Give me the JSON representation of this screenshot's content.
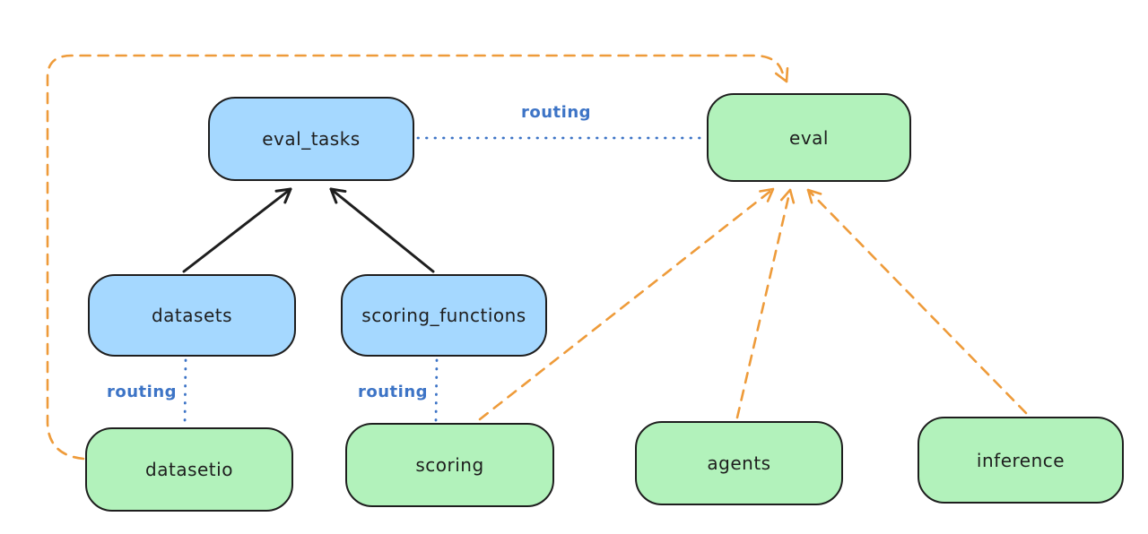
{
  "diagram": {
    "type": "architecture-diagram",
    "nodes": [
      {
        "id": "eval_tasks",
        "label": "eval_tasks",
        "color": "blue"
      },
      {
        "id": "eval",
        "label": "eval",
        "color": "green"
      },
      {
        "id": "datasets",
        "label": "datasets",
        "color": "blue"
      },
      {
        "id": "scoring_functions",
        "label": "scoring_functions",
        "color": "blue"
      },
      {
        "id": "datasetio",
        "label": "datasetio",
        "color": "green"
      },
      {
        "id": "scoring",
        "label": "scoring",
        "color": "green"
      },
      {
        "id": "agents",
        "label": "agents",
        "color": "green"
      },
      {
        "id": "inference",
        "label": "inference",
        "color": "green"
      }
    ],
    "edges": [
      {
        "from": "datasets",
        "to": "eval_tasks",
        "style": "solid",
        "color": "#1e1e1e",
        "arrow": true,
        "label": ""
      },
      {
        "from": "scoring_functions",
        "to": "eval_tasks",
        "style": "solid",
        "color": "#1e1e1e",
        "arrow": true,
        "label": ""
      },
      {
        "from": "eval_tasks",
        "to": "eval",
        "style": "dotted",
        "color": "#3d74c6",
        "arrow": false,
        "label": "routing"
      },
      {
        "from": "datasets",
        "to": "datasetio",
        "style": "dotted",
        "color": "#3d74c6",
        "arrow": false,
        "label": "routing"
      },
      {
        "from": "scoring_functions",
        "to": "scoring",
        "style": "dotted",
        "color": "#3d74c6",
        "arrow": false,
        "label": "routing"
      },
      {
        "from": "datasetio",
        "to": "eval",
        "style": "dashed",
        "color": "#ee9b3a",
        "arrow": true,
        "label": "",
        "route": "around-left-and-top"
      },
      {
        "from": "scoring",
        "to": "eval",
        "style": "dashed",
        "color": "#ee9b3a",
        "arrow": true,
        "label": ""
      },
      {
        "from": "agents",
        "to": "eval",
        "style": "dashed",
        "color": "#ee9b3a",
        "arrow": true,
        "label": ""
      },
      {
        "from": "inference",
        "to": "eval",
        "style": "dashed",
        "color": "#ee9b3a",
        "arrow": true,
        "label": ""
      }
    ],
    "colors": {
      "background": "#ffffff",
      "node_stroke": "#1e1e1e",
      "blue_node_fill": "#a5d8ff",
      "green_node_fill": "#b2f2bb",
      "routing_line_blue": "#3d74c6",
      "orange_dashed": "#ee9b3a",
      "black_arrow": "#1e1e1e"
    }
  }
}
